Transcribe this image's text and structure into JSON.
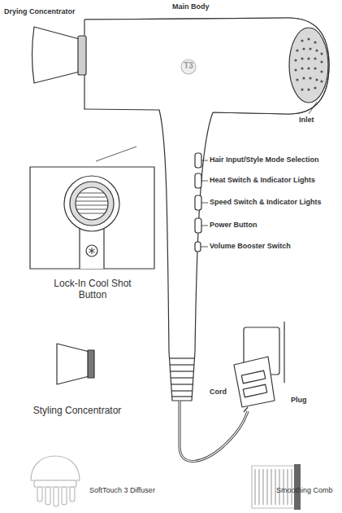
{
  "diagram": {
    "labels": [
      "Drying Concentrator",
      "Main Body",
      "T3",
      "Inlet",
      "Hair Input/Style Mode Selection",
      "Heat Switch & Indicator Lights",
      "Speed Switch & Indicator Lights",
      "Power Button",
      "Volume Booster Switch",
      "Lock-In Cool Shot Button",
      "Cord",
      "Plug",
      "Styling Concentrator",
      "SoftTouch 3 Diffuser",
      "Smoothing Comb"
    ]
  }
}
